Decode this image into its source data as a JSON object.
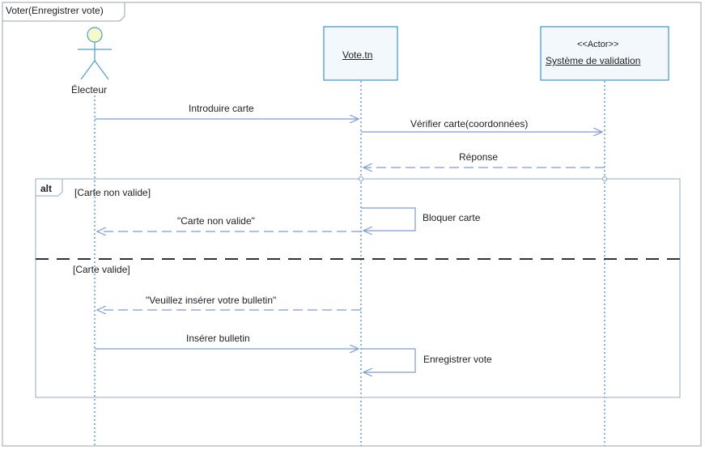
{
  "frame": {
    "title": "Voter(Enregistrer vote)"
  },
  "lifelines": {
    "actor": {
      "name": "Électeur"
    },
    "system": {
      "name": "Vote.tn"
    },
    "validator": {
      "stereotype": "<<Actor>>",
      "name": "Système de validation"
    }
  },
  "messages": [
    {
      "label": "Introduire carte"
    },
    {
      "label": "Vérifier carte(coordonnées)"
    },
    {
      "label": "Réponse"
    },
    {
      "label": "Bloquer carte"
    },
    {
      "label": "\"Carte non valide\""
    },
    {
      "label": "\"Veuillez insérer votre bulletin\""
    },
    {
      "label": "Insérer bulletin"
    },
    {
      "label": "Enregistrer vote"
    }
  ],
  "fragment": {
    "operator": "alt",
    "guards": [
      "[Carte non valide]",
      "[Carte valide]"
    ]
  },
  "colors": {
    "line": "#7c9bd6",
    "lifeline": "#4a8fc4",
    "box_border": "#4a9cd0",
    "box_fill": "#f3f8fd",
    "head_fill": "#f7f9c9",
    "fragment_border": "#a8b7cc",
    "separator": "#333333"
  }
}
